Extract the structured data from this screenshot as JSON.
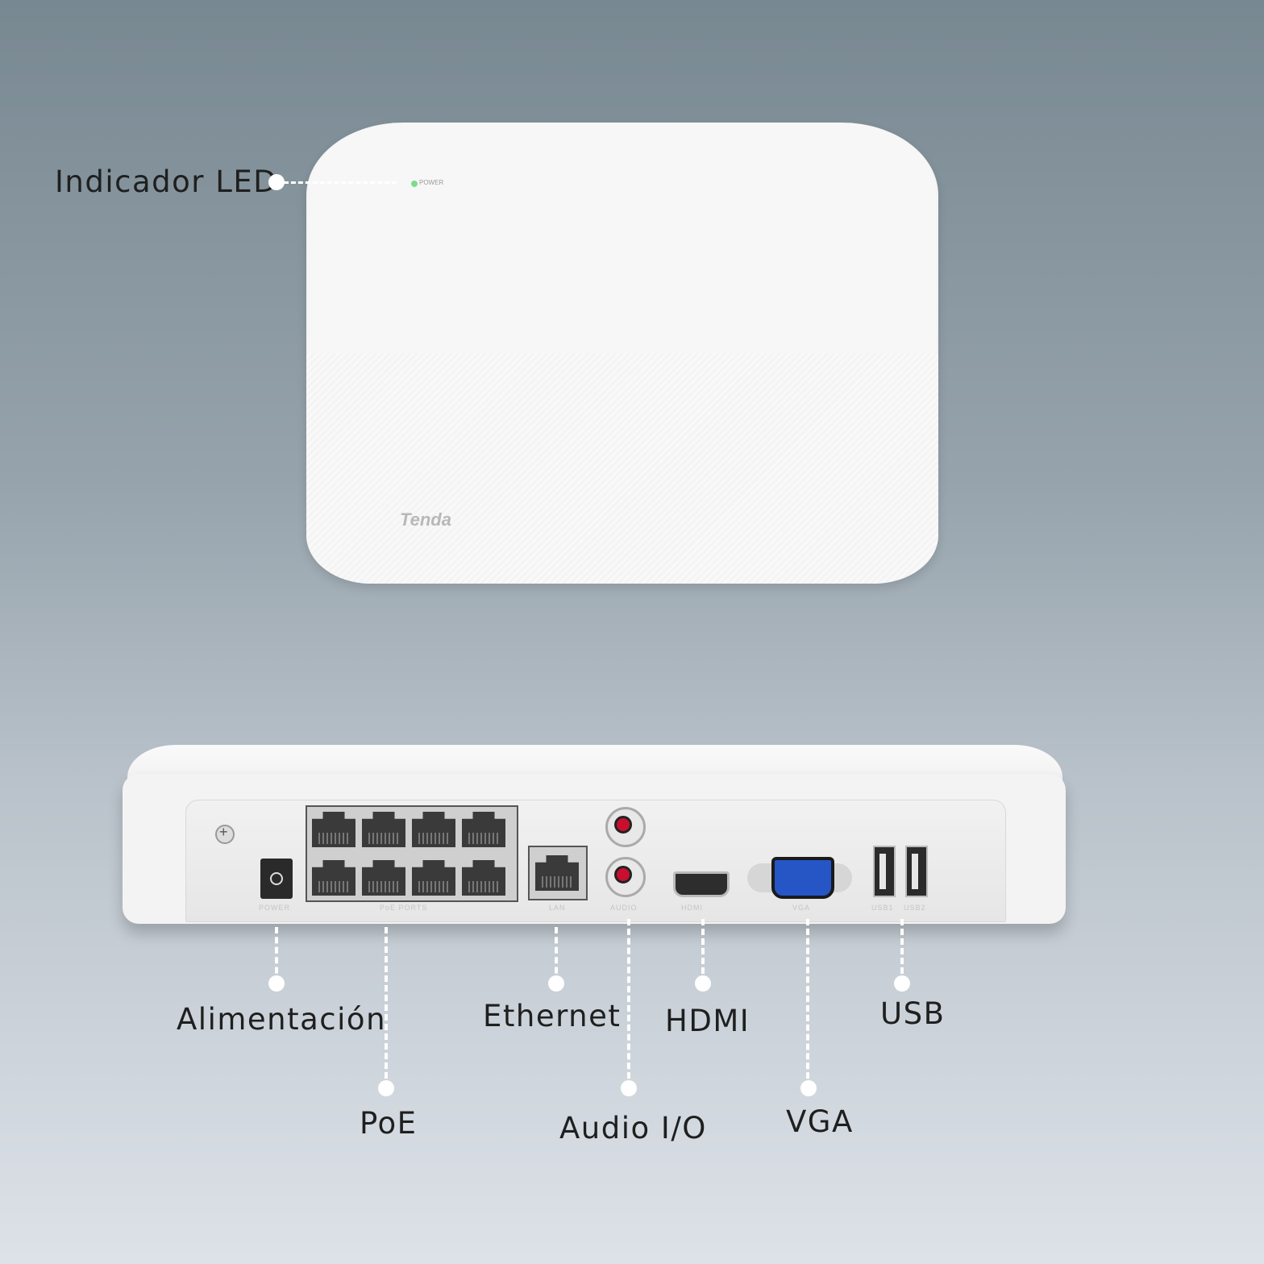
{
  "top_device": {
    "led_text": "POWER",
    "brand": "Tenda",
    "led_color": "#7ddc8c"
  },
  "back_panel": {
    "port_labels": {
      "power": "POWER",
      "poe": "PoE PORTS",
      "lan": "LAN",
      "audio": "AUDIO",
      "hdmi": "HDMI",
      "vga": "VGA",
      "usb1": "USB1",
      "usb2": "USB2"
    },
    "rca_color": "#c8102e",
    "vga_color": "#2655c6"
  },
  "callouts": {
    "led": "Indicador LED",
    "power": "Alimentación",
    "poe": "PoE",
    "ethernet": "Ethernet",
    "audio": "Audio I/O",
    "hdmi": "HDMI",
    "vga": "VGA",
    "usb": "USB"
  }
}
